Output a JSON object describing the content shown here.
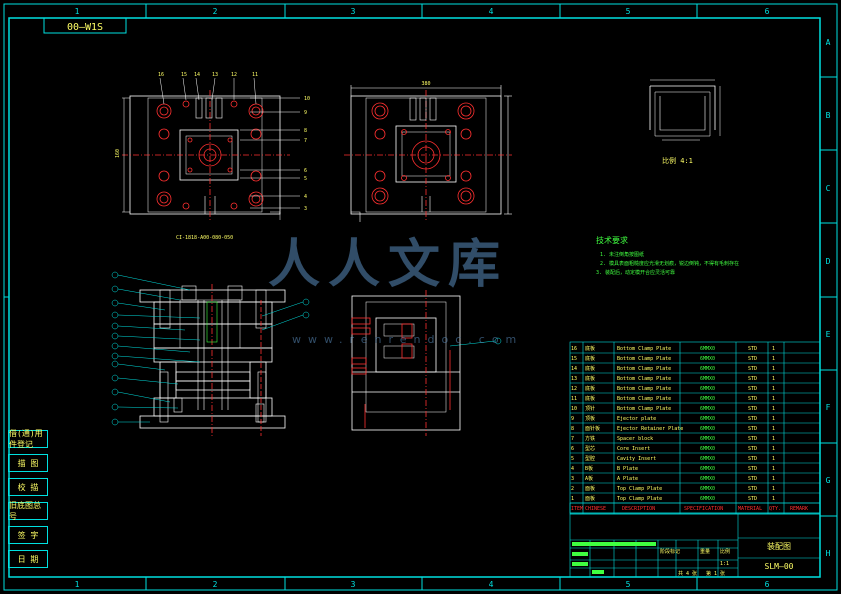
{
  "frame": {
    "cols_top": [
      "1",
      "2",
      "3",
      "4",
      "5",
      "6"
    ],
    "cols_bottom": [
      "1",
      "2",
      "3",
      "4",
      "5",
      "6"
    ],
    "rows": [
      "A",
      "B",
      "C",
      "D",
      "E",
      "F",
      "G",
      "H"
    ],
    "drawing_no": "00—W1S"
  },
  "views": {
    "scale_label": "比例 4:1",
    "width_dim": "380",
    "height_dim": "160",
    "plan_caption": "CI-1818-A00-080-050"
  },
  "notes": {
    "title": "技术要求",
    "lines": [
      "1. 未注倒角按图纸",
      "2. 模具表面粗糙度应光滑无划痕，锐边倒钝，不得有毛刺存在",
      "3. 装配后，动定模开合应灵活可靠"
    ]
  },
  "watermark": {
    "text": "人人文库",
    "url": "www.renrendoc.com"
  },
  "side_labels": [
    "借(通)用件登记",
    "描 图",
    "校 描",
    "旧底图总号",
    "签 字",
    "日 期"
  ],
  "bom": {
    "headers": [
      "ITEM",
      "CHINESE",
      "DESCRIPTION",
      "SPECIFICATION",
      "MATERIAL",
      "QTY.",
      "REMARK"
    ],
    "rows": [
      [
        "16",
        "底板",
        "Bottom Clamp Plate",
        "6MMX0",
        "STD",
        "1",
        ""
      ],
      [
        "15",
        "底板",
        "Bottom Clamp Plate",
        "6MMX0",
        "STD",
        "1",
        ""
      ],
      [
        "14",
        "底板",
        "Bottom Clamp Plate",
        "6MMX0",
        "STD",
        "1",
        ""
      ],
      [
        "13",
        "底板",
        "Bottom Clamp Plate",
        "6MMX0",
        "STD",
        "1",
        ""
      ],
      [
        "12",
        "底板",
        "Bottom Clamp Plate",
        "6MMX0",
        "STD",
        "1",
        ""
      ],
      [
        "11",
        "底板",
        "Bottom Clamp Plate",
        "6MMX0",
        "STD",
        "1",
        ""
      ],
      [
        "10",
        "顶针",
        "Bottom Clamp Plate",
        "6MMX0",
        "STD",
        "1",
        ""
      ],
      [
        "9",
        "顶板",
        "Ejector plate",
        "6MMX0",
        "STD",
        "1",
        ""
      ],
      [
        "8",
        "面针板",
        "Ejector Retainer Plate",
        "6MMX0",
        "STD",
        "1",
        ""
      ],
      [
        "7",
        "方铁",
        "Spacer block",
        "6MMX0",
        "STD",
        "1",
        ""
      ],
      [
        "6",
        "型芯",
        "Core Insert",
        "6MMX0",
        "STD",
        "1",
        ""
      ],
      [
        "5",
        "型腔",
        "Cavity Insert",
        "6MMX0",
        "STD",
        "1",
        ""
      ],
      [
        "4",
        "B板",
        "B Plate",
        "6MMX0",
        "STD",
        "1",
        ""
      ],
      [
        "3",
        "A板",
        "A Plate",
        "6MMX0",
        "STD",
        "1",
        ""
      ],
      [
        "2",
        "面板",
        "Top Clamp Plate",
        "6MMX0",
        "STD",
        "1",
        ""
      ],
      [
        "1",
        "面板",
        "Top Clamp Plate",
        "6MMX0",
        "STD",
        "1",
        ""
      ]
    ]
  },
  "title_block": {
    "drawing_name": "装配图",
    "drawing_code": "SLM—00",
    "scale": "1:1",
    "sheet": "第 1 张",
    "total": "共 4 张",
    "stage_label": "阶段标记",
    "weight_label": "重量",
    "scale_label": "比例"
  },
  "colors": {
    "frame": "#00e0e0",
    "geometry": "#ffffff",
    "holes": "#ff3030",
    "centerline": "#ff3030",
    "text": "#ffff66",
    "notes": "#40ff40",
    "bom_green": "#40ff40"
  }
}
